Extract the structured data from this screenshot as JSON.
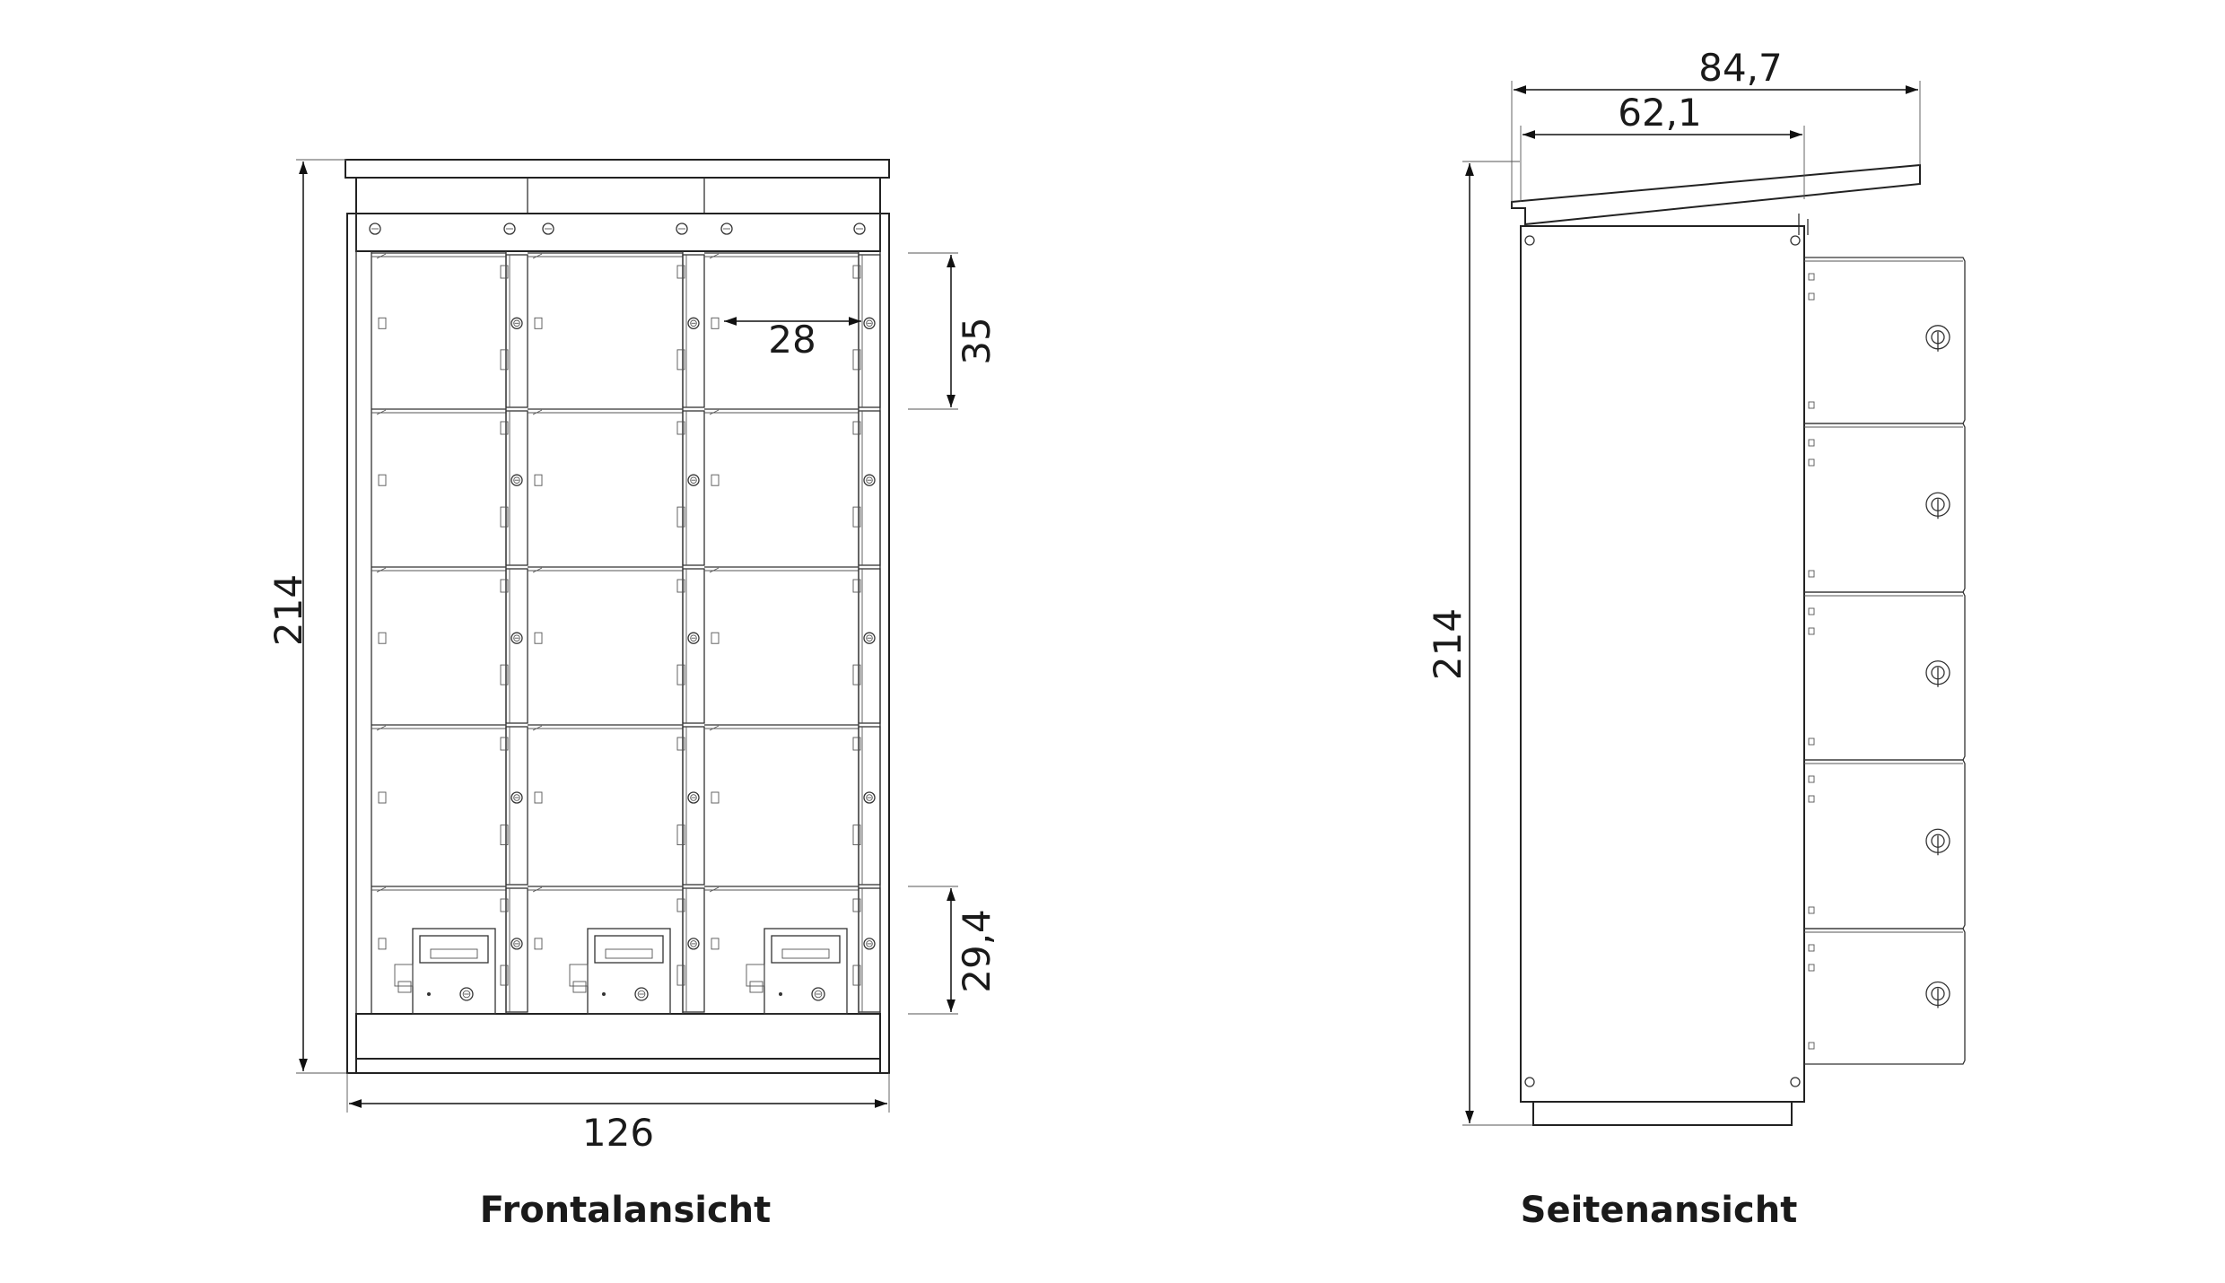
{
  "front_view": {
    "caption": "Frontalansicht",
    "dim_height": "214",
    "dim_width": "126",
    "dim_compartment_width": "28",
    "dim_compartment_height": "35",
    "dim_bottom_compartment_height": "29,4",
    "columns": 3,
    "rows": 5
  },
  "side_view": {
    "caption": "Seitenansicht",
    "dim_height": "214",
    "dim_depth_total": "84,7",
    "dim_depth_body": "62,1",
    "rows": 5
  },
  "colors": {
    "line": "#222222",
    "background": "#ffffff"
  }
}
